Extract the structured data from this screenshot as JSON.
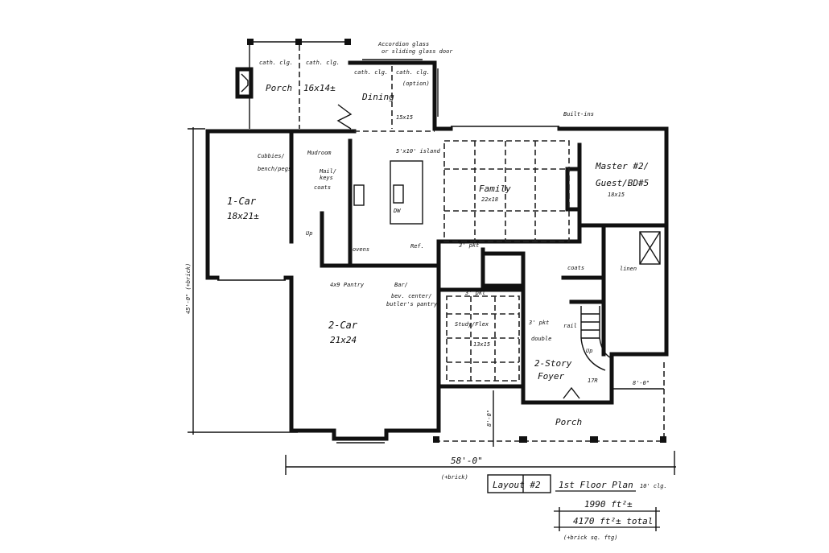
{
  "plan": {
    "rooms": {
      "back_porch": {
        "name": "Porch",
        "size": "16x14±",
        "ceiling_left": "cath. clg.",
        "ceiling_right": "cath. clg."
      },
      "dining": {
        "name": "Dining",
        "size": "15x15",
        "ceiling_left": "cath. clg.",
        "ceiling_right": "cath. clg.",
        "option": "(option)"
      },
      "one_car": {
        "name": "1-Car",
        "size": "18x21±"
      },
      "mudroom": {
        "name": "Mudroom"
      },
      "island": {
        "name": "5'x10' island",
        "dw": "DW"
      },
      "family": {
        "name": "Family",
        "size": "22x18"
      },
      "master": {
        "name": "Master #2/",
        "name2": "Guest/BD#5",
        "size": "18x15"
      },
      "pantry": {
        "name": "4x9 Pantry"
      },
      "two_car": {
        "name": "2-Car",
        "size": "21x24"
      },
      "study": {
        "name": "Study/Flex",
        "size": "13x15"
      },
      "foyer": {
        "name": "2-Story",
        "name2": "Foyer"
      },
      "front_porch": {
        "name": "Porch"
      }
    },
    "notes": {
      "accordion": "Accordion glass",
      "accordion2": "or sliding glass door",
      "builtins": "Built-ins",
      "cubbies": "Cubbies/",
      "cubbies2": "bench/pegs",
      "mail": "Mail/",
      "mail2": "keys",
      "coats_left": "coats",
      "ovens": "ovens",
      "ref": "Ref.",
      "up_left": "Up",
      "bar": "Bar/",
      "bar2": "bev. center/",
      "bar3": "butler's pantry",
      "pkt_top": "3' pkt",
      "pkt_study": "3' pkt",
      "pkt_foyer": "3' pkt",
      "pkt_foyer2": "double",
      "coats_right": "coats",
      "linen": "linen",
      "rail": "rail",
      "stair": "Up",
      "stair2": "17R",
      "porch_depth": "8'-0\"",
      "porch_side": "8'-0\""
    },
    "dimensions": {
      "width": "58'-0\"",
      "width_note": "(+brick)",
      "depth": "45'-0\" (+brick)"
    },
    "title_block": {
      "layout": "Layout #2",
      "floor": "1st Floor Plan",
      "ceiling": "10' clg.",
      "area": "1990 ft²±",
      "total": "4170 ft²± total",
      "note": "(+brick sq. ftg)"
    }
  }
}
